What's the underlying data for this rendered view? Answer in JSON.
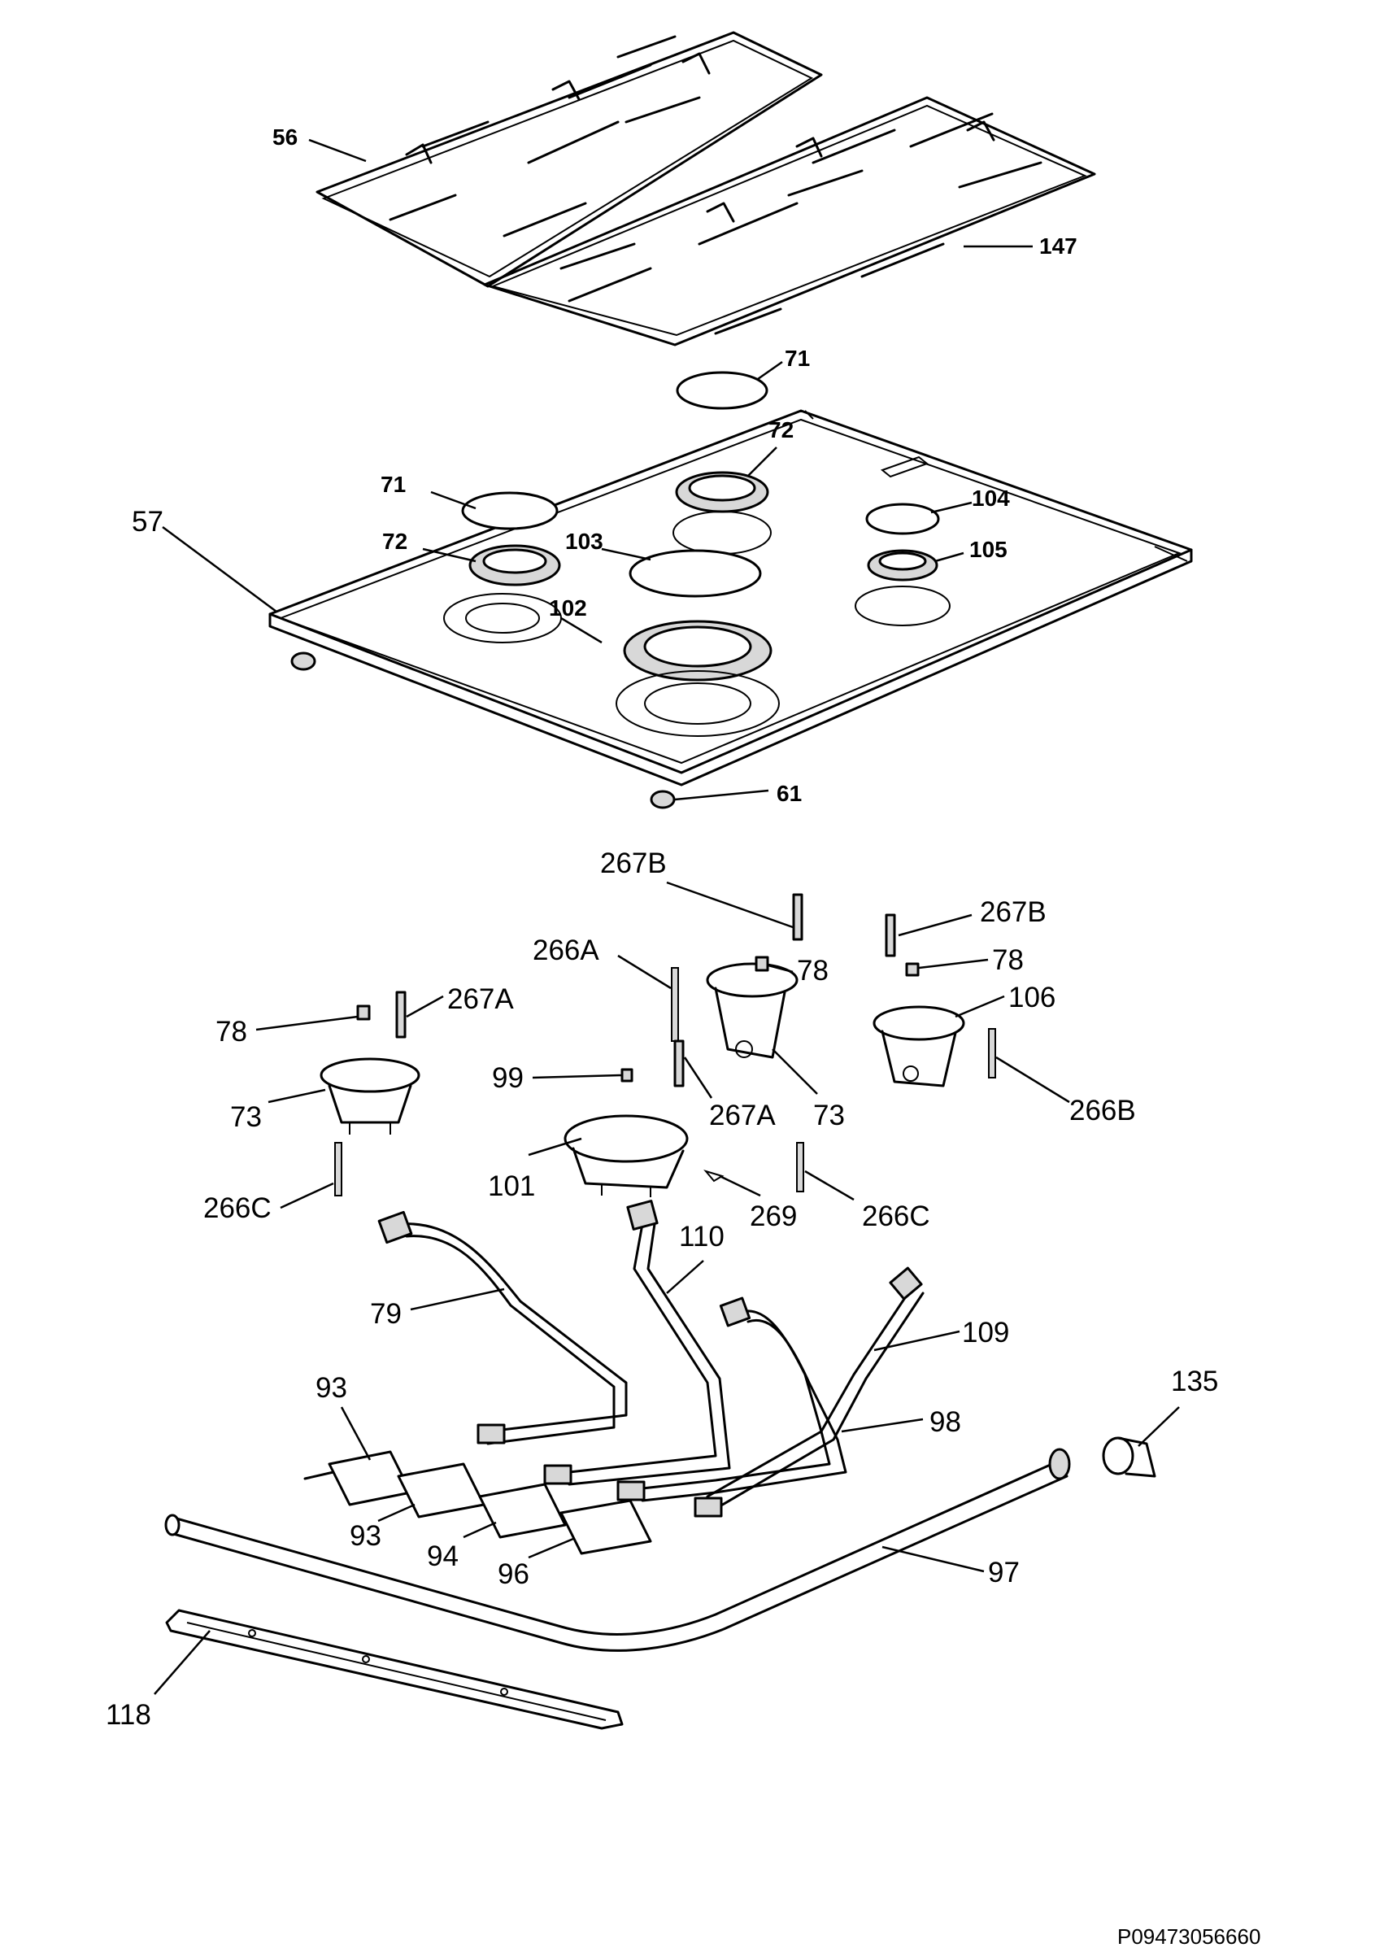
{
  "drawing_code": "P09473056660",
  "labels": {
    "l56": "56",
    "l147": "147",
    "l71a": "71",
    "l71b": "71",
    "l72a": "72",
    "l72b": "72",
    "l104": "104",
    "l105": "105",
    "l103": "103",
    "l102": "102",
    "l57": "57",
    "l61": "61",
    "l267B_a": "267B",
    "l267B_b": "267B",
    "l266A": "266A",
    "l78_a": "78",
    "l78_b": "78",
    "l78_c": "78",
    "l267A_a": "267A",
    "l267A_b": "267A",
    "l106": "106",
    "l99": "99",
    "l73_a": "73",
    "l73_b": "73",
    "l266B": "266B",
    "l101": "101",
    "l266C_a": "266C",
    "l266C_b": "266C",
    "l269": "269",
    "l110": "110",
    "l79": "79",
    "l109": "109",
    "l93_a": "93",
    "l93_b": "93",
    "l98": "98",
    "l135": "135",
    "l94": "94",
    "l96": "96",
    "l97": "97",
    "l118": "118"
  }
}
